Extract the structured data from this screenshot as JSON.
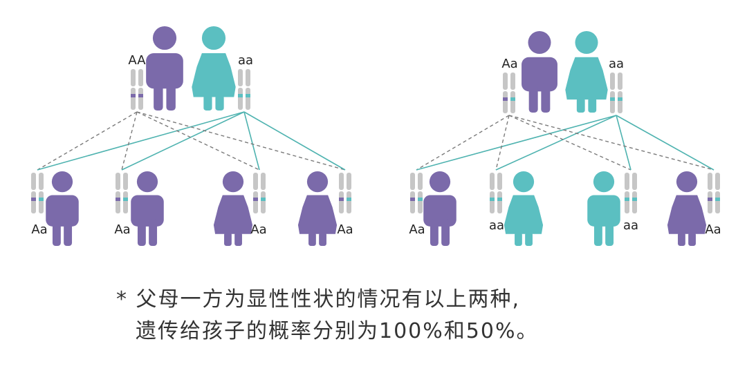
{
  "colors": {
    "dominant": "#7b6aaa",
    "recessive": "#5bbfc1",
    "chromosome": "#c6c6c6",
    "dashed_line": "#7a7a7a",
    "solid_line": "#4fb3b0"
  },
  "panels": [
    {
      "father": {
        "genotype": "AA",
        "color": "dominant"
      },
      "mother": {
        "genotype": "aa",
        "color": "recessive"
      },
      "children": [
        {
          "genotype": "Aa",
          "sex": "male",
          "color": "dominant"
        },
        {
          "genotype": "Aa",
          "sex": "male",
          "color": "dominant"
        },
        {
          "genotype": "Aa",
          "sex": "female",
          "color": "dominant"
        },
        {
          "genotype": "Aa",
          "sex": "female",
          "color": "dominant"
        }
      ]
    },
    {
      "father": {
        "genotype": "Aa",
        "color": "dominant"
      },
      "mother": {
        "genotype": "aa",
        "color": "recessive"
      },
      "children": [
        {
          "genotype": "Aa",
          "sex": "male",
          "color": "dominant"
        },
        {
          "genotype": "aa",
          "sex": "female",
          "color": "recessive"
        },
        {
          "genotype": "aa",
          "sex": "male",
          "color": "recessive"
        },
        {
          "genotype": "Aa",
          "sex": "female",
          "color": "dominant"
        }
      ]
    }
  ],
  "caption": {
    "line1": "* 父母一方为显性性状的情况有以上两种,",
    "line2": "遗传给孩子的概率分别为100%和50%。"
  }
}
